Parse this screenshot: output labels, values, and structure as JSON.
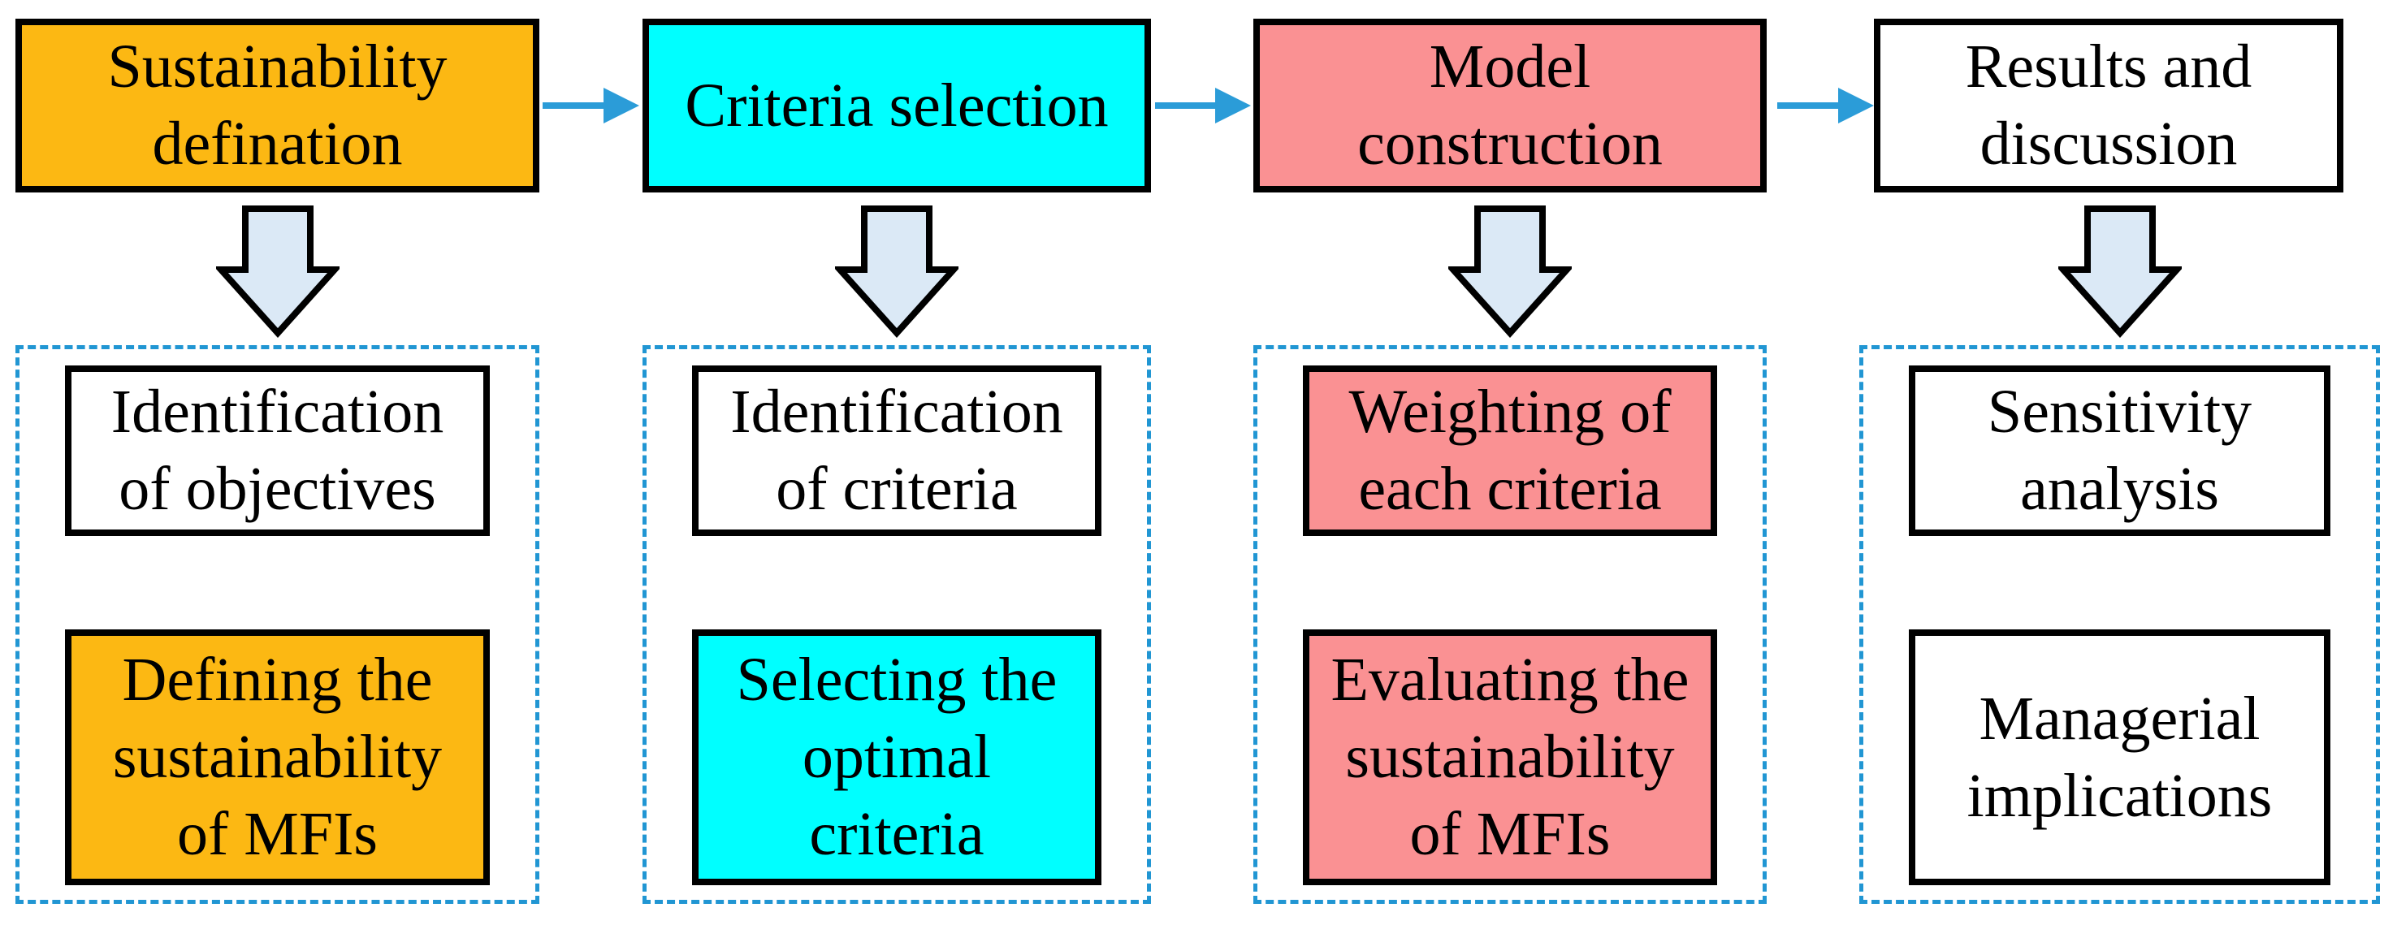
{
  "figure": {
    "type": "flowchart",
    "description": "Research methodology flow diagram with four stages and their sub-steps"
  },
  "colors": {
    "gold": "#FCB813",
    "cyan": "#00FFFF",
    "salmon": "#FA9193",
    "white": "#FFFFFF",
    "block_arrow_fill": "#DBE9F6",
    "connector_blue": "#2B9CD8",
    "dashed_border_blue": "#2196D3",
    "box_outline": "#000000",
    "text": "#000000"
  },
  "columns": [
    {
      "id": "sustainability-definition",
      "stage": "Sustainability\ndefination",
      "stage_fill": "#FCB813",
      "items": [
        {
          "text": "Identification\nof objectives",
          "fill": "#FFFFFF"
        },
        {
          "text": "Defining the\nsustainability\nof MFIs",
          "fill": "#FCB813"
        }
      ]
    },
    {
      "id": "criteria-selection",
      "stage": "Criteria selection",
      "stage_fill": "#00FFFF",
      "items": [
        {
          "text": "Identification\nof criteria",
          "fill": "#FFFFFF"
        },
        {
          "text": "Selecting the\noptimal\ncriteria",
          "fill": "#00FFFF"
        }
      ]
    },
    {
      "id": "model-construction",
      "stage": "Model\nconstruction",
      "stage_fill": "#FA9193",
      "items": [
        {
          "text": "Weighting of\neach criteria",
          "fill": "#FA9193"
        },
        {
          "text": "Evaluating the\nsustainability\nof MFIs",
          "fill": "#FA9193"
        }
      ]
    },
    {
      "id": "results-discussion",
      "stage": "Results and\ndiscussion",
      "stage_fill": "#FFFFFF",
      "items": [
        {
          "text": "Sensitivity\nanalysis",
          "fill": "#FFFFFF"
        },
        {
          "text": "Managerial\nimplications",
          "fill": "#FFFFFF"
        }
      ]
    }
  ]
}
